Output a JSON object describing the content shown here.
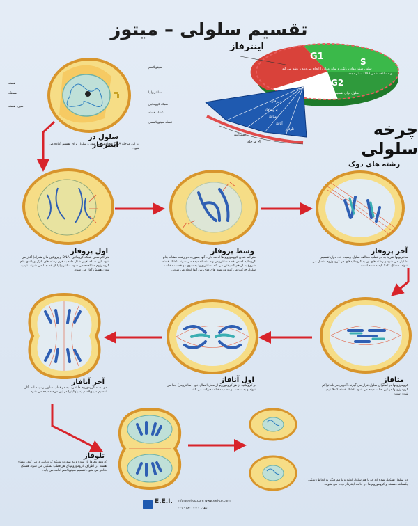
{
  "title": "تقسیم سلولی  –  میتوز",
  "cell_cycle": {
    "title": "چرخه سلولی",
    "interphase_label": "اینترفاز",
    "g1": "G1",
    "s": "S",
    "g2": "G2",
    "m": "M",
    "g1_text": "سلول سنتز مواد پروتئین و سایر مواد را انجام می دهد و رشد می کند",
    "s_text": "سنتز مجدد DNA و مضاعف شدن",
    "g2_text": "سلول برای تقسیم آماده می شود",
    "m_phase_labels": [
      "پروفاز",
      "پرومتافاز",
      "متافاز",
      "آنافاز",
      "تلوفاز"
    ],
    "m_arc_labels": [
      "سیتوکینز",
      "مرحله M"
    ]
  },
  "interphase_cell": {
    "caption": "سلول در اینترفاز",
    "desc": "در این مرحله DNA مضاعف می شود و سلول برای تقسیم آماده می شود.",
    "labels_left": [
      "هسته",
      "هستک",
      "شیره هسته"
    ],
    "labels_right": [
      "سیتوپلاسم",
      "سانتریولها",
      "شبکه کروماتین",
      "غشاء هسته",
      "غشاء سیتوپلاسمی"
    ]
  },
  "phases": {
    "early_prophase": {
      "title": "اول پروفاز",
      "desc": "متراکم شدن شبکه کروماتین (DNA و پروتئین های همراه) آغاز می شود. این شبکه تغییر شکل داده به فرم رشته های نازک و بلندی بنام کروموزوم مشاهده می شود. سانتریولها از هم جدا می شوند. ناپدید شدن هستک آغاز می شود."
    },
    "mid_prophase": {
      "title": "وسط پروفاز",
      "desc": "متراکم شدن کروموزوم ها ادامه دارد. آنها بصورت دو رشته مشابه بنام کروماتید که در نقطه سانترومر بهم متصلند دیده می شوند. غشاء هسته شروع به از هم گسیختن می کند. سانتریولها به سوی دو قطب مخالف سلول حرکت می کنند و رشته های دوک بین آنها ایجاد می شوند."
    },
    "late_prophase": {
      "title": "آخر پروفاز",
      "desc": "سانتریولها تقریبا به دو قطب مخالف سلول رسیده اند. دوک تقسیم تشکیل می شود و رشته های آن به کروماتیدهای هر کروموزوم متصل می شوند. هستک کاملا ناپدید شده است.",
      "spindle_label": "رشته های دوک"
    },
    "metaphase": {
      "title": "متافاز",
      "desc": "کروموزومها در استوای سلول قرار می گیرند. آخرین مرحله تراکم کروموزومها در این حالت دیده می شود. غشاء هسته کاملا ناپدید شده است."
    },
    "early_anaphase": {
      "title": "اول آنافاز",
      "desc": "دو کروماتید از هر کروموزوم از محل اتصال خود (سانترومر) جدا می شوند و به سمت دو قطب مخالف حرکت می کنند."
    },
    "late_anaphase": {
      "title": "آخر آنافاز",
      "desc": "دو دسته کروموزوم ها تقریبا به دو قطب سلول رسیده اند. آثار تقسیم سیتوپلاسم (سیتوکینز) در این مرحله دیده می شود."
    },
    "telophase": {
      "title": "تلوفاز",
      "desc": "کروموزوم ها باز شده و به صورت شبکه کروماتین درمی آیند. غشاء هسته در اطراف کروموزومهای هر قطب تشکیل می شود. هستک ظاهر می شود. تقسیم سیتوپلاسم ادامه می یابد."
    },
    "daughter_cells": {
      "desc": "دو سلول تشکیل شده اند که با هم سلول اولیه و با هم دیگر به لحاظ ژنتیکی یکسانند. هسته و کروموزوم ها در حالت اینترفاز دیده می شوند."
    }
  },
  "footer": {
    "brand": "E.E.I.",
    "lines": [
      "info@eei-co.com  www.eei-co.com",
      "تلفن: ۸۸۰۰۰۰۰۰ - ۰۲۱"
    ]
  },
  "colors": {
    "arrow": "#d8232a",
    "cell_fill": "#f4dc8a",
    "cell_rim": "#d89a2f",
    "chromosome_blue": "#2f5fb3",
    "chromosome_teal": "#3aaeb2"
  }
}
